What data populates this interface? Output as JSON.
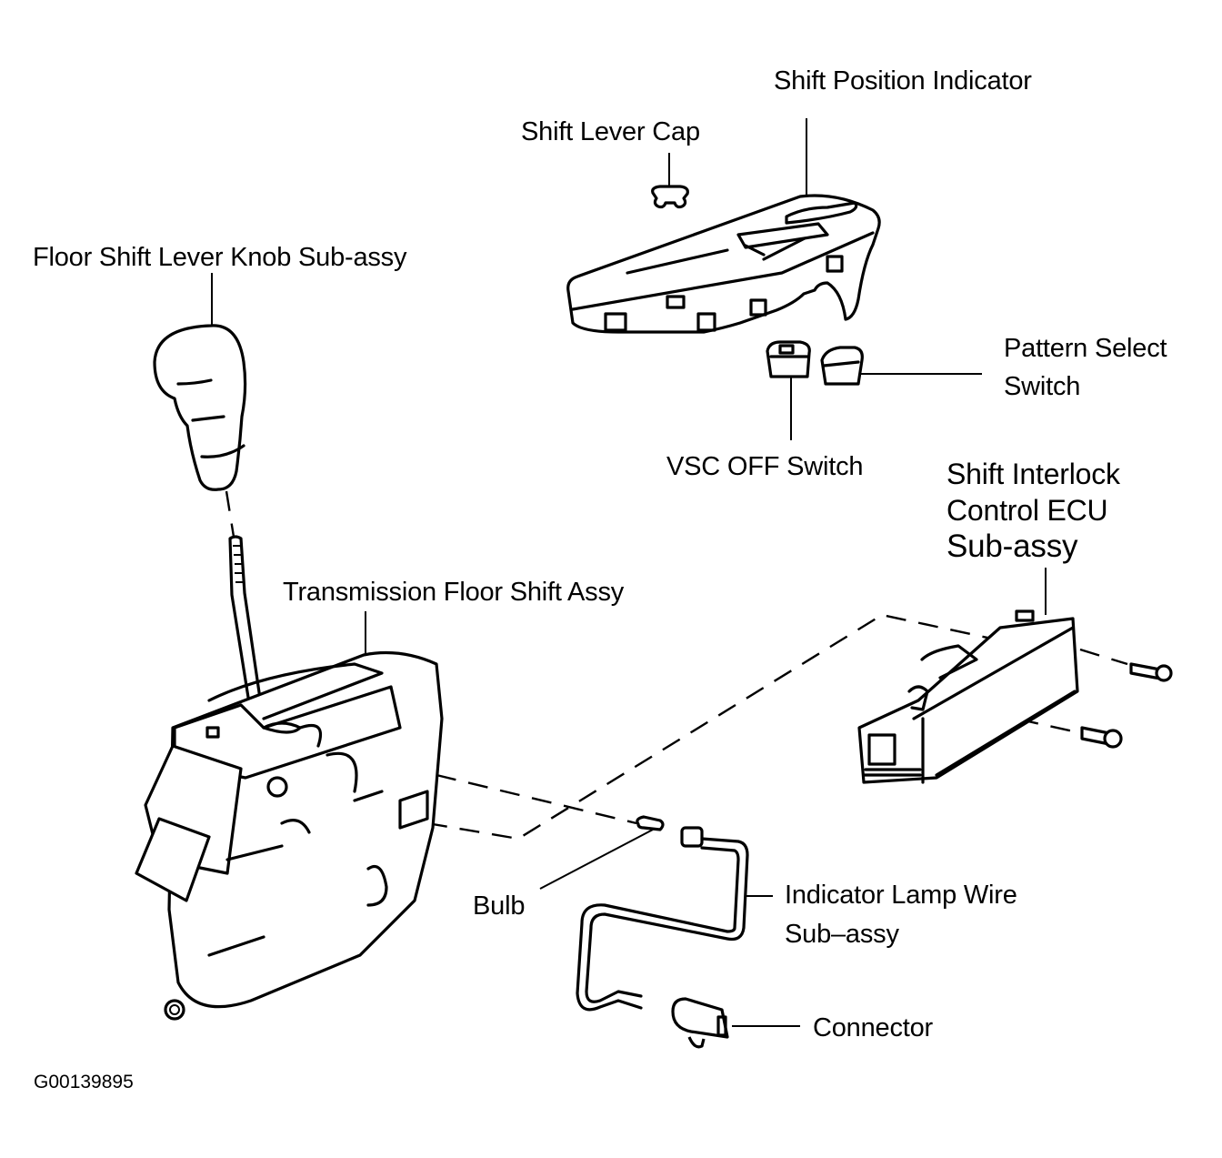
{
  "diagram": {
    "figure_id": "G00139895",
    "labels": {
      "shift_position_indicator": "Shift Position Indicator",
      "shift_lever_cap": "Shift Lever Cap",
      "floor_shift_lever_knob": "Floor Shift Lever Knob Sub-assy",
      "pattern_select_switch_line1": "Pattern Select",
      "pattern_select_switch_line2": "Switch",
      "vsc_off_switch": "VSC OFF Switch",
      "shift_interlock_line1": "Shift Interlock",
      "shift_interlock_line2": "Control ECU",
      "shift_interlock_line3": "Sub-assy",
      "transmission_floor_shift_assy": "Transmission Floor Shift Assy",
      "bulb": "Bulb",
      "indicator_lamp_wire_line1": "Indicator Lamp Wire",
      "indicator_lamp_wire_line2": "Sub–assy",
      "connector": "Connector"
    }
  }
}
